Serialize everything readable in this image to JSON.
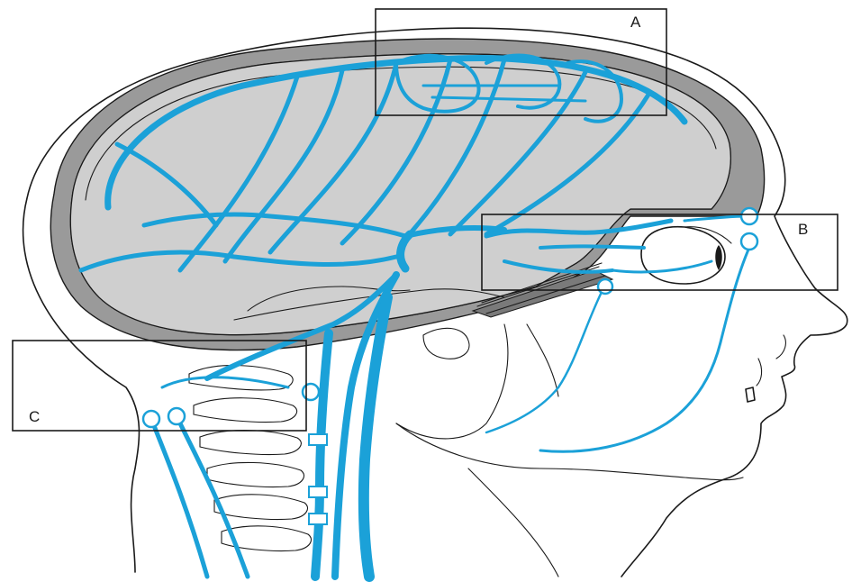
{
  "figure": {
    "boxes": [
      {
        "id": "A",
        "label": "A"
      },
      {
        "id": "B",
        "label": "B"
      },
      {
        "id": "C",
        "label": "C"
      }
    ]
  },
  "colors": {
    "vessel": "#1ba1d8",
    "skull": "#9a9a9a",
    "dura": "#cfcfcf",
    "outline": "#1a1a1a"
  }
}
